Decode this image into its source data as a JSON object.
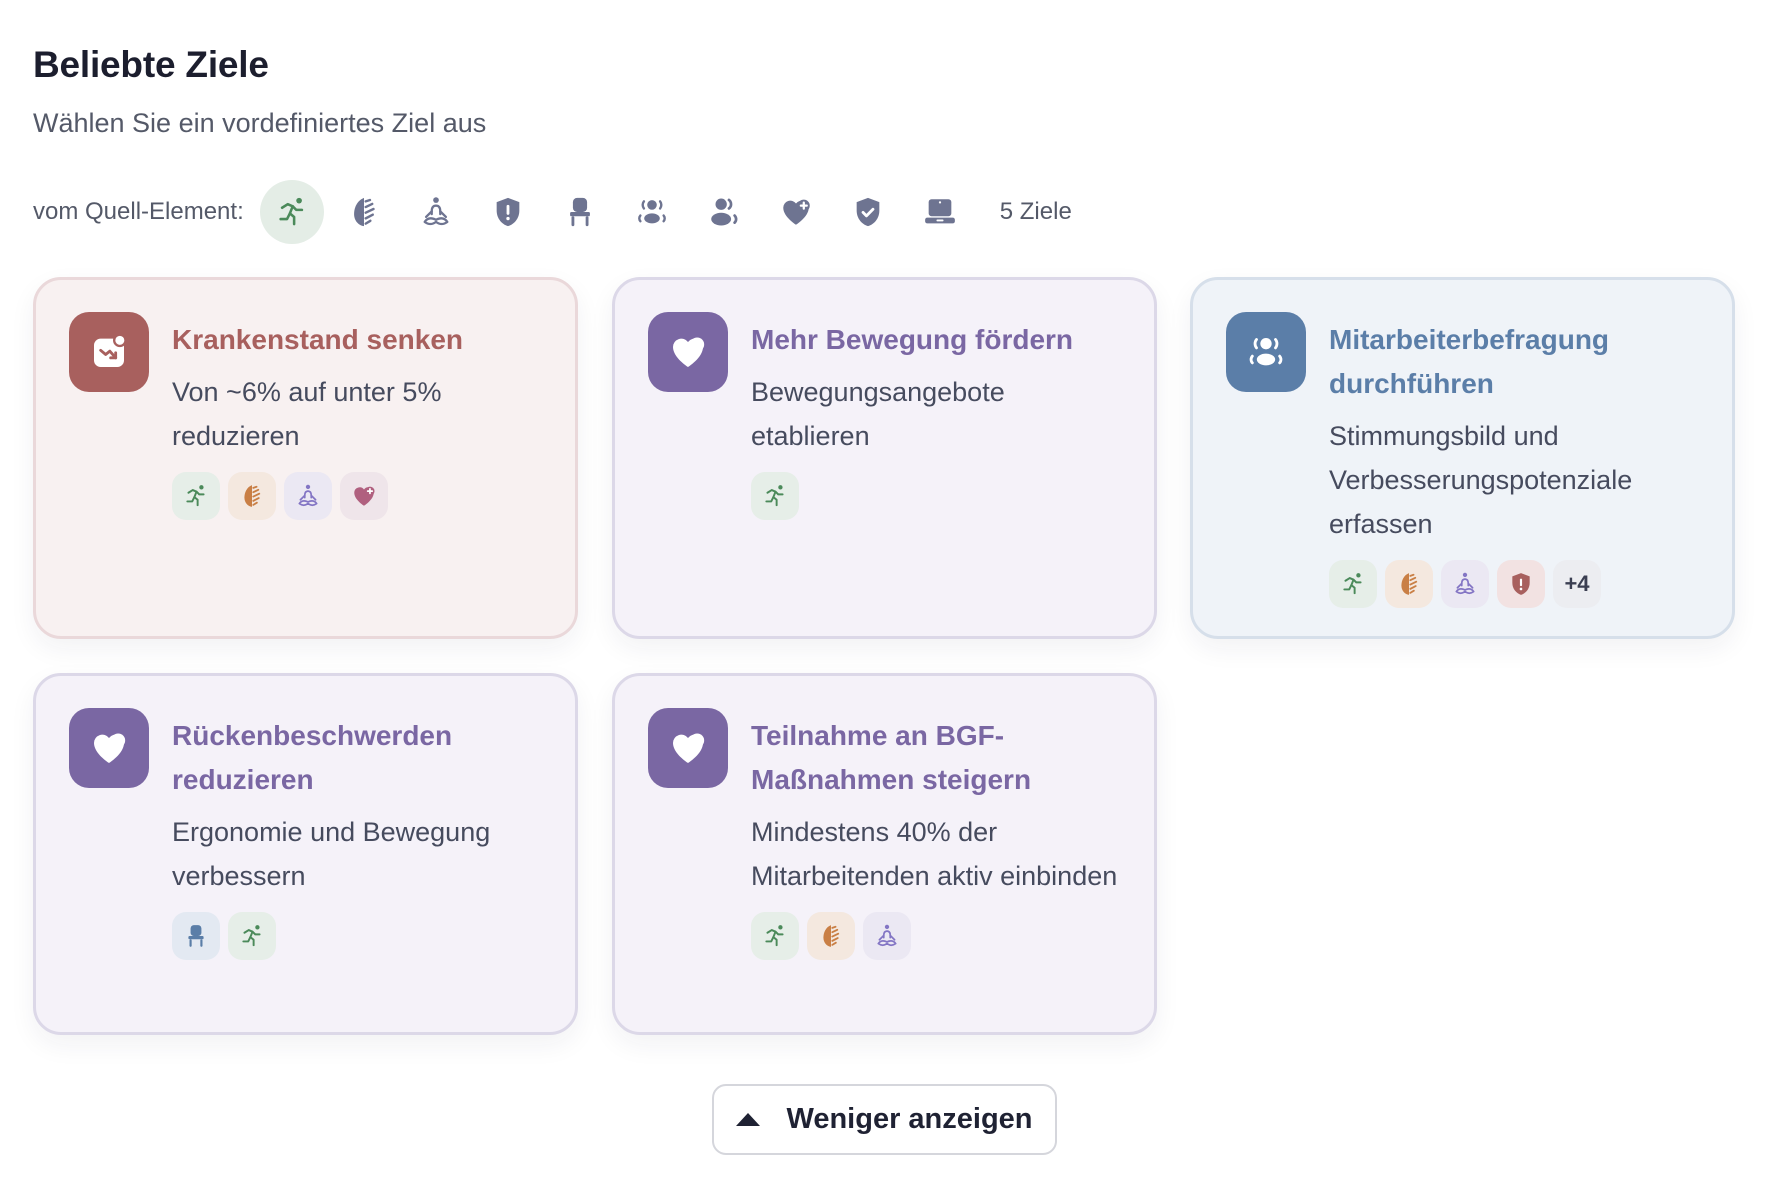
{
  "header": {
    "title": "Beliebte Ziele",
    "subtitle": "Wählen Sie ein vordefiniertes Ziel aus"
  },
  "filter": {
    "label": "vom Quell-Element:",
    "active_index": 0,
    "items": [
      {
        "icon": "running-icon",
        "active": true
      },
      {
        "icon": "leaf-icon",
        "active": false
      },
      {
        "icon": "meditation-icon",
        "active": false
      },
      {
        "icon": "shield-alert-icon",
        "active": false
      },
      {
        "icon": "chair-icon",
        "active": false
      },
      {
        "icon": "group-icon",
        "active": false
      },
      {
        "icon": "users-icon",
        "active": false
      },
      {
        "icon": "heart-plus-icon",
        "active": false
      },
      {
        "icon": "shield-check-icon",
        "active": false
      },
      {
        "icon": "laptop-icon",
        "active": false
      }
    ],
    "count_label": "5 Ziele"
  },
  "colors": {
    "red": "#a8605e",
    "purple": "#7a67a3",
    "blue": "#5b7ea8",
    "green": "#4b8a5a",
    "orange": "#c97f45",
    "lavender": "#8375c4",
    "pink": "#b0607f",
    "muted_icon": "#6e7491"
  },
  "goals": [
    {
      "title": "Krankenstand senken",
      "description": "Von ~6% auf unter 5% reduzieren",
      "theme": "red",
      "icon": "chart-trend-down-icon",
      "chips": [
        "running-icon",
        "leaf-icon",
        "meditation-icon",
        "heart-plus-icon"
      ],
      "more": null
    },
    {
      "title": "Mehr Bewegung fördern",
      "description": "Bewegungsangebote etablieren",
      "theme": "purple",
      "icon": "heart-plus-icon",
      "chips": [
        "running-icon"
      ],
      "more": null
    },
    {
      "title": "Mitarbeiterbefragung durchführen",
      "description": "Stimmungsbild und Verbesserungspotenziale erfassen",
      "theme": "blue",
      "icon": "group-icon",
      "chips": [
        "running-icon",
        "leaf-icon",
        "meditation-icon",
        "shield-alert-icon"
      ],
      "more": "+4"
    },
    {
      "title": "Rückenbeschwerden reduzieren",
      "description": "Ergonomie und Bewegung verbessern",
      "theme": "purple",
      "icon": "heart-plus-icon",
      "chips": [
        "chair-icon",
        "running-icon"
      ],
      "more": null
    },
    {
      "title": "Teilnahme an BGF-Maßnahmen steigern",
      "description": "Mindestens 40% der Mitarbeitenden aktiv einbinden",
      "theme": "purple",
      "icon": "heart-plus-icon",
      "chips": [
        "running-icon",
        "leaf-icon",
        "meditation-icon"
      ],
      "more": null
    }
  ],
  "footer": {
    "toggle_label": "Weniger anzeigen"
  }
}
